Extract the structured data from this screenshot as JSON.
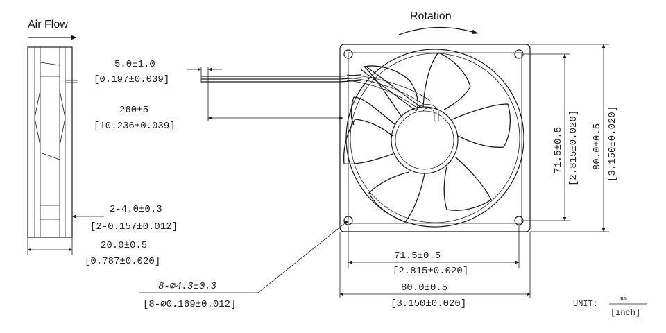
{
  "labels": {
    "air_flow": "Air Flow",
    "rotation": "Rotation"
  },
  "dimensions": {
    "cable_strip": {
      "mm": "5.0±1.0",
      "inch": "[0.197±0.039]"
    },
    "cable_length": {
      "mm": "260±5",
      "inch": "[10.236±0.039]"
    },
    "side_hole": {
      "mm": "2-4.0±0.3",
      "inch": "[2-0.157±0.012]"
    },
    "thickness": {
      "mm": "20.0±0.5",
      "inch": "[0.787±0.020]"
    },
    "mount_holes": {
      "mm": "8-⌀4.3±0.3",
      "inch": "[8-⌀0.169±0.012]"
    },
    "hole_spacing_h": {
      "mm": "71.5±0.5",
      "inch": "[2.815±0.020]"
    },
    "width": {
      "mm": "80.0±0.5",
      "inch": "[3.150±0.020]"
    },
    "hole_spacing_v": {
      "mm": "71.5±0.5",
      "inch": "[2.815±0.020]"
    },
    "height": {
      "mm": "80.0±0.5",
      "inch": "[3.150±0.020]"
    }
  },
  "unit": {
    "label": "UNIT:",
    "numerator": "mm",
    "denominator": "[inch]"
  }
}
